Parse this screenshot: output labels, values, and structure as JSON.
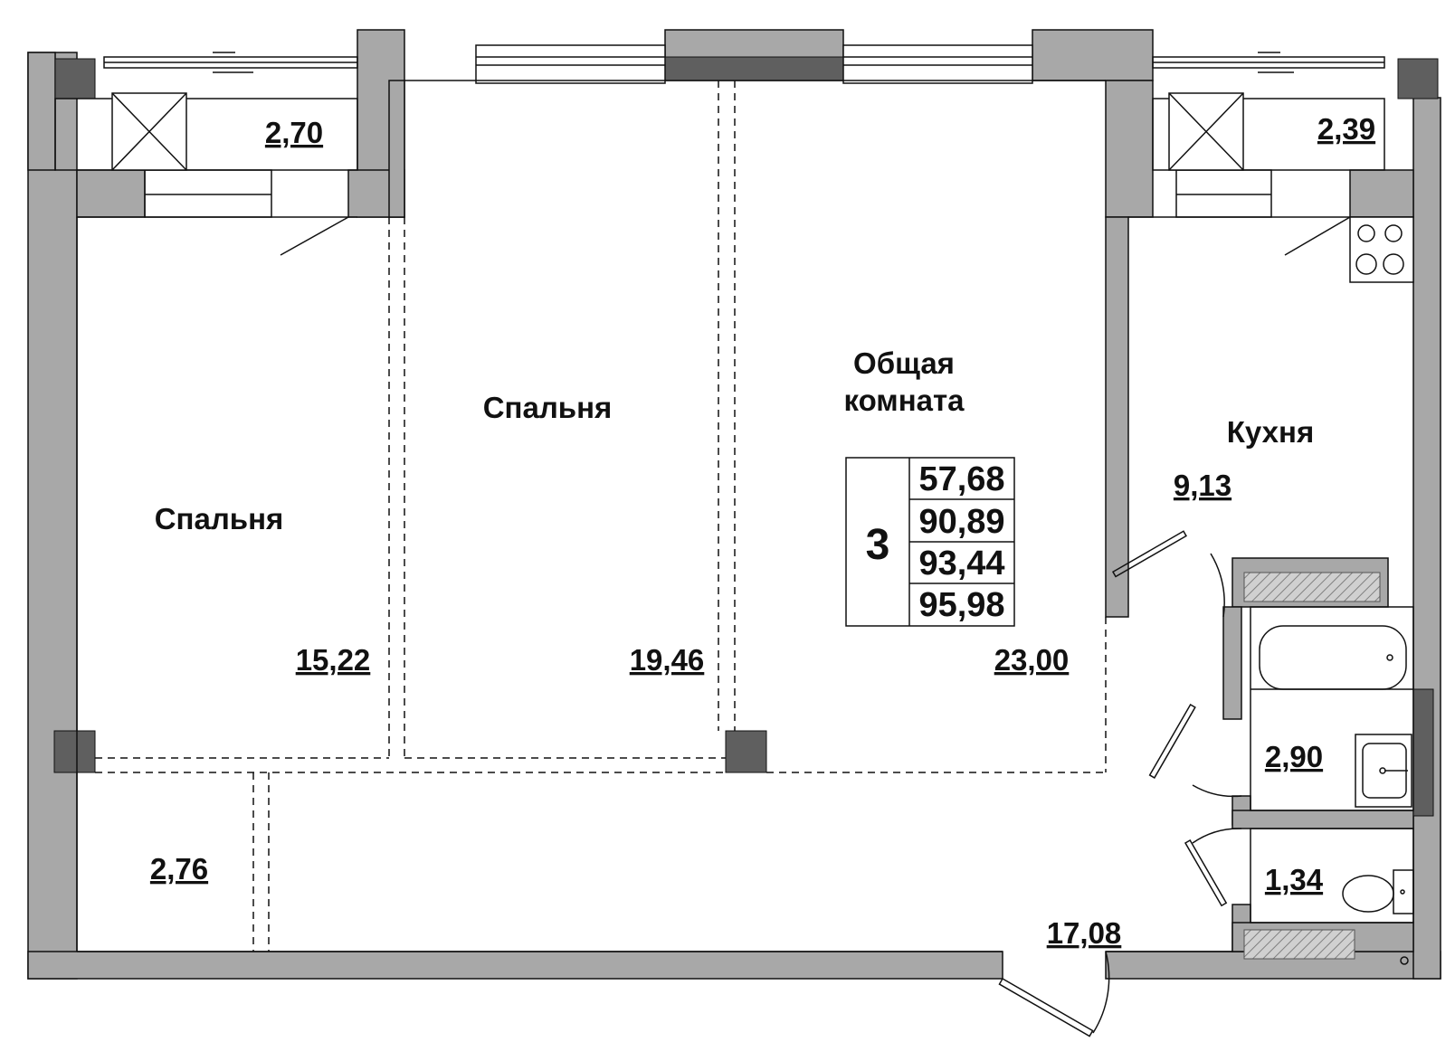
{
  "rooms": {
    "balcony_left": {
      "area": "2,70"
    },
    "balcony_right": {
      "area": "2,39"
    },
    "bedroom_left": {
      "name": "Спальня",
      "area": "15,22"
    },
    "bedroom_middle": {
      "name": "Спальня",
      "area": "19,46"
    },
    "living_room": {
      "name_line1": "Общая",
      "name_line2": "комната",
      "area": "23,00"
    },
    "kitchen": {
      "name": "Кухня",
      "area": "9,13"
    },
    "storage": {
      "area": "2,76"
    },
    "hallway": {
      "area": "17,08"
    },
    "bathroom": {
      "area": "2,90"
    },
    "toilet": {
      "area": "1,34"
    }
  },
  "summary": {
    "rooms_count": "3",
    "values": [
      "57,68",
      "90,89",
      "93,44",
      "95,98"
    ]
  },
  "colors": {
    "wall": "#a8a8a8",
    "column": "#5f5f5f",
    "line": "#111111"
  }
}
